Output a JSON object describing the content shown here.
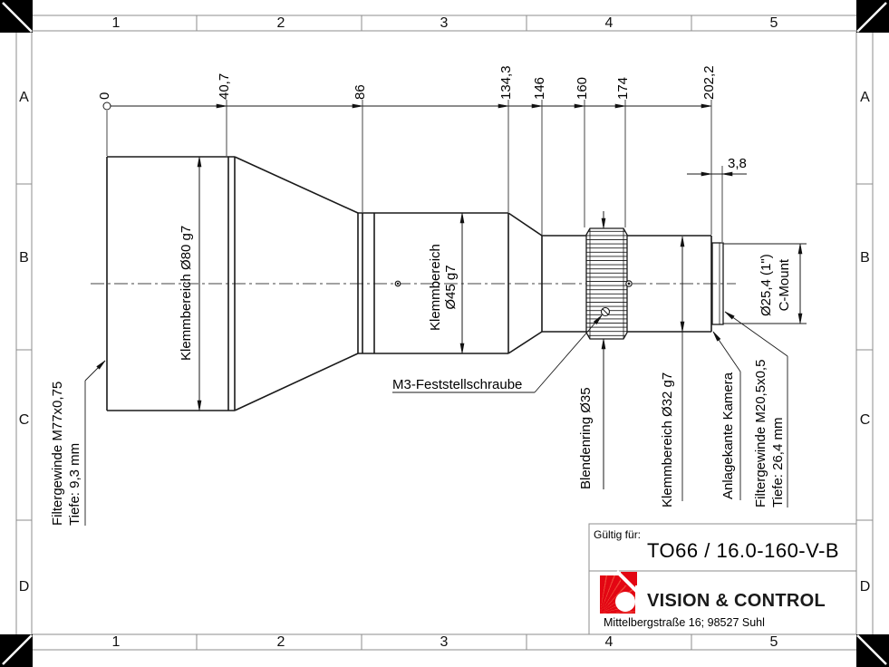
{
  "frame": {
    "cols": [
      "1",
      "2",
      "3",
      "4",
      "5"
    ],
    "rows": [
      "A",
      "B",
      "C",
      "D"
    ]
  },
  "dims": {
    "stations": [
      "0",
      "40,7",
      "86",
      "134,3",
      "146",
      "160",
      "174",
      "202,2"
    ],
    "flange_width": "3,8"
  },
  "labels": {
    "front_clamp": "Klemmbereich Ø80 g7",
    "mid_clamp": "Klemmbereich\nØ45 g7",
    "set_screw": "M3-Feststellschraube",
    "aperture_ring": "Blendenring Ø35",
    "rear_clamp": "Klemmbereich Ø32 g7",
    "camera_edge": "Anlagekante Kamera",
    "rear_thread": "Filtergewinde M20,5x0,5\nTiefe: 26,4 mm",
    "cmount": "Ø25,4 (1\")\nC-Mount",
    "front_thread": "Filtergewinde M77x0,75\nTiefe: 9,3 mm"
  },
  "title_block": {
    "valid_for_label": "Gültig für:",
    "product": "TO66 / 16.0-160-V-B",
    "company": "VISION & CONTROL",
    "address": "Mittelbergstraße 16; 98527 Suhl",
    "brand_red": "#e30613"
  }
}
